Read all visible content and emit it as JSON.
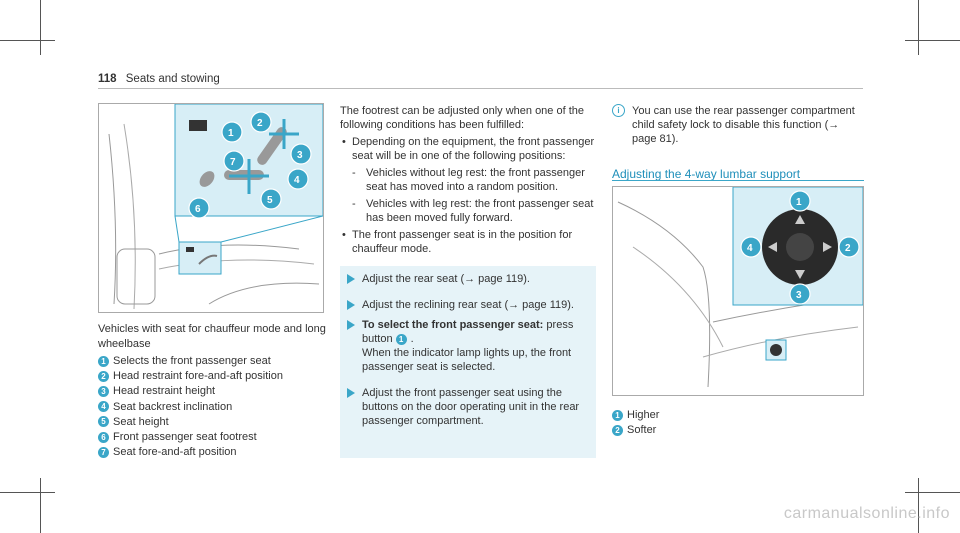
{
  "header": {
    "page_number": "118",
    "section": "Seats and stowing"
  },
  "figure_left": {
    "callouts": [
      "1",
      "2",
      "3",
      "4",
      "5",
      "6",
      "7"
    ]
  },
  "left_caption": {
    "title": "Vehicles with seat for chauffeur mode and long wheelbase",
    "items": [
      {
        "num": "1",
        "text": "Selects the front passenger seat"
      },
      {
        "num": "2",
        "text": "Head restraint fore-and-aft position"
      },
      {
        "num": "3",
        "text": "Head restraint height"
      },
      {
        "num": "4",
        "text": "Seat backrest inclination"
      },
      {
        "num": "5",
        "text": "Seat height"
      },
      {
        "num": "6",
        "text": "Front passenger seat footrest"
      },
      {
        "num": "7",
        "text": "Seat fore-and-aft position"
      }
    ]
  },
  "middle": {
    "intro": "The footrest can be adjusted only when one of the following conditions has been fulfilled:",
    "bullet1": "Depending on the equipment, the front passenger seat will be in one of the following positions:",
    "sub1": "Vehicles without leg rest: the front passenger seat has moved into a random position.",
    "sub2": "Vehicles with leg rest: the front passenger seat has been moved fully forward.",
    "bullet2": "The front passenger seat is in the position for chauffeur mode.",
    "step1": "Adjust the rear seat (→ page 119).",
    "step2": "Adjust the reclining rear seat (→ page 119).",
    "step3_bold": "To select the front passenger seat:",
    "step3_text": " press button ",
    "step3_num": "1",
    "step3_after": ".",
    "step3_line2": "When the indicator lamp lights up, the front passenger seat is selected.",
    "step4": "Adjust the front passenger seat using the buttons on the door operating unit in the rear passenger compartment."
  },
  "note": {
    "icon": "info-icon",
    "text": "You can use the rear passenger compartment child safety lock to disable this function (→ page 81)."
  },
  "section_title": "Adjusting the 4-way lumbar support",
  "figure_right": {
    "callouts": [
      "1",
      "2",
      "3",
      "4"
    ]
  },
  "right_caption": {
    "items": [
      {
        "num": "1",
        "text": "Higher"
      },
      {
        "num": "2",
        "text": "Softer"
      }
    ]
  },
  "watermark": "carmanualsonline.info",
  "colors": {
    "accent": "#3aa6c8",
    "panel": "#e6f3f8"
  }
}
